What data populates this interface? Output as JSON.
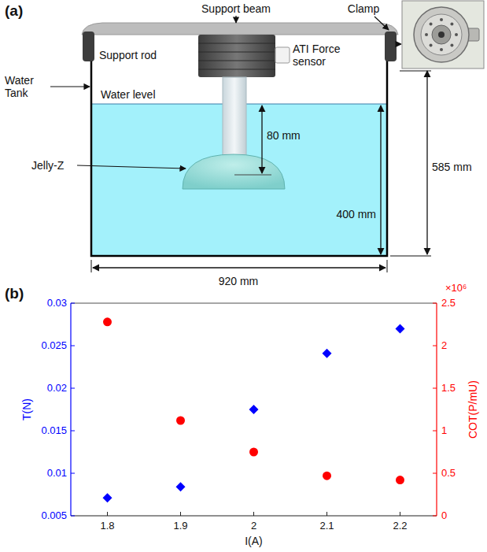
{
  "diagram": {
    "labels": [
      "(a)",
      "Support beam",
      "Clamp",
      "Support rod",
      "ATI Force sensor",
      "Water level",
      "Water Tank",
      "80 mm",
      "Jelly-Z",
      "400 mm",
      "585 mm",
      "920 mm",
      "(b)",
      "0.03",
      "0.025",
      "0.02",
      "0.015",
      "0.01",
      "0.005",
      "T(N)",
      "2.5",
      "2",
      "1.5",
      "1",
      "0.5",
      "0",
      "×10⁶",
      "COT(P/mU)",
      "1.8",
      "1.9",
      "2",
      "2.1",
      "2.2",
      "I(A)"
    ]
  }
}
